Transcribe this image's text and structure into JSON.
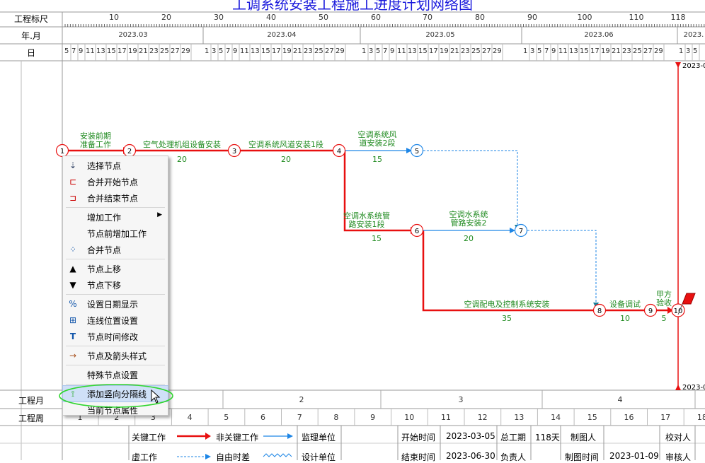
{
  "title": "工调系统安装工程施工进度计划网络图",
  "header": {
    "scale_label": "工程标尺",
    "month_label": "年.月",
    "day_label": "日",
    "scale_ticks": [
      "10",
      "20",
      "30",
      "40",
      "50",
      "60",
      "70",
      "80",
      "90",
      "100",
      "110",
      "118"
    ],
    "months": [
      "2023.03",
      "2023.04",
      "2023.05",
      "2023.06",
      "2023."
    ],
    "days_march": [
      "5",
      "7",
      "9",
      "11",
      "13",
      "15",
      "17",
      "19",
      "21",
      "23",
      "25",
      "27",
      "29"
    ],
    "days_april": [
      "1",
      "3",
      "5",
      "7",
      "9",
      "11",
      "13",
      "15",
      "17",
      "19",
      "21",
      "23",
      "25",
      "27",
      "29"
    ],
    "days_may": [
      "1",
      "3",
      "5",
      "7",
      "9",
      "11",
      "13",
      "15",
      "17",
      "19",
      "21",
      "23",
      "25",
      "27",
      "29"
    ],
    "days_june": [
      "1",
      "3",
      "5",
      "7",
      "9",
      "11",
      "13",
      "15",
      "17",
      "19",
      "21",
      "23",
      "25",
      "27",
      "29"
    ],
    "days_july": [
      "1",
      "3",
      "5"
    ]
  },
  "network": {
    "nodes": [
      "1",
      "2",
      "3",
      "4",
      "5",
      "6",
      "7",
      "8",
      "9",
      "10"
    ],
    "activities": [
      {
        "name_line1": "安装前期",
        "name_line2": "准备工作",
        "duration": ""
      },
      {
        "name": "空气处理机组设备安装",
        "duration": "20"
      },
      {
        "name": "空调系统风道安装1段",
        "duration": "20"
      },
      {
        "name_line1": "空调系统风",
        "name_line2": "道安装2段",
        "duration": "15"
      },
      {
        "name_line1": "空调水系统管",
        "name_line2": "路安装1段",
        "duration": "15"
      },
      {
        "name_line1": "空调水系统",
        "name_line2": "管路安装2",
        "duration": "20"
      },
      {
        "name": "空调配电及控制系统安装",
        "duration": "35"
      },
      {
        "name": "设备调试",
        "duration": "10"
      },
      {
        "name_line1": "甲方",
        "name_line2": "验收",
        "duration": "5"
      }
    ],
    "end_date_top": "2023-0",
    "end_date_bottom": "2023-0"
  },
  "bottom_rows": {
    "month_label": "工程月",
    "week_label": "工程周",
    "months": [
      "2",
      "3",
      "4"
    ],
    "weeks": [
      "1",
      "2",
      "3",
      "4",
      "5",
      "6",
      "7",
      "8",
      "9",
      "10",
      "11",
      "12",
      "13",
      "14",
      "15",
      "16",
      "17",
      "18"
    ]
  },
  "context_menu": {
    "items": [
      {
        "label": "选择节点",
        "icon": "select-node-icon"
      },
      {
        "label": "合并开始节点",
        "icon": "merge-start-icon"
      },
      {
        "label": "合并结束节点",
        "icon": "merge-end-icon"
      },
      {
        "label": "增加工作",
        "icon": ""
      },
      {
        "label": "节点前增加工作",
        "icon": ""
      },
      {
        "label": "合并节点",
        "icon": "merge-node-icon"
      },
      {
        "label": "节点上移",
        "icon": "move-up-icon"
      },
      {
        "label": "节点下移",
        "icon": "move-down-icon"
      },
      {
        "label": "设置日期显示",
        "icon": "date-display-icon"
      },
      {
        "label": "连线位置设置",
        "icon": "line-position-icon"
      },
      {
        "label": "节点时间修改",
        "icon": "time-edit-icon"
      },
      {
        "label": "节点及箭头样式",
        "icon": "arrow-style-icon"
      },
      {
        "label": "特殊节点设置",
        "icon": ""
      },
      {
        "label": "添加竖向分隔线",
        "icon": "vertical-divider-icon"
      },
      {
        "label": "当前节点属性",
        "icon": ""
      }
    ]
  },
  "legend": {
    "critical": "关键工作",
    "non_critical": "非关键工作",
    "supervisor": "监理单位",
    "dummy": "虚工作",
    "free_float": "自由时差",
    "design": "设计单位"
  },
  "info": {
    "start_label": "开始时间",
    "start_value": "2023-03-05",
    "end_label": "结束时间",
    "end_value": "2023-06-30",
    "total_label": "总工期",
    "total_value": "118天",
    "owner_label": "负责人",
    "drafter_label": "制图人",
    "draw_time_label": "制图时间",
    "draw_time_value": "2023-01-09",
    "checker_label": "校对人",
    "reviewer_label": "审核人"
  },
  "colors": {
    "critical": "#e81010",
    "non_critical": "#1e86e6",
    "dummy": "#1e86e6",
    "label_green": "#1f8a1f",
    "title_blue": "#1a1adc",
    "highlight_circle": "#2fd62f"
  }
}
